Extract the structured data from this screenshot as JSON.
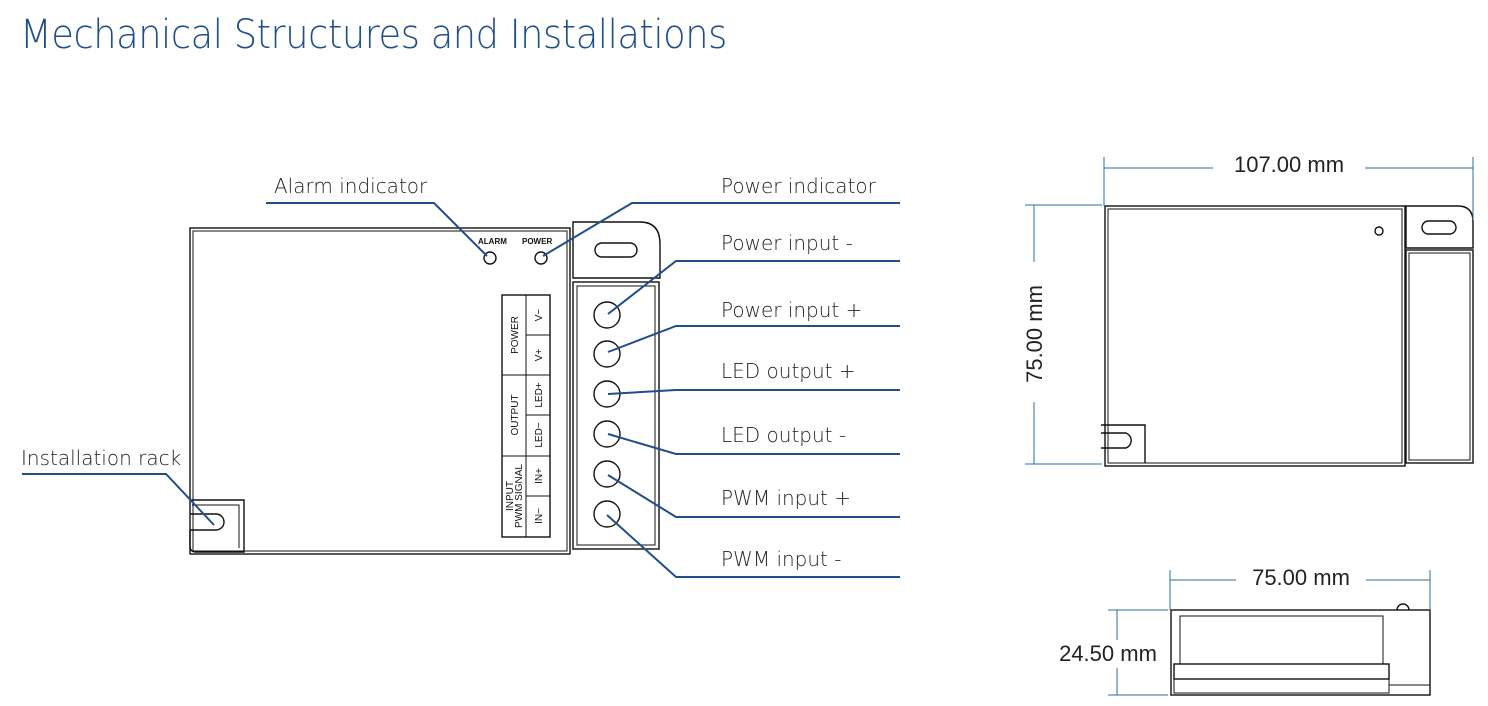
{
  "title": "Mechanical Structures and Installations",
  "front_view": {
    "led_labels": {
      "alarm": "ALARM",
      "power": "POWER"
    },
    "terminal_block": {
      "groups": [
        "POWER",
        "OUTPUT",
        "INPUT\nPWM SIGNAL"
      ],
      "group_line1": [
        "POWER",
        "OUTPUT",
        "INPUT"
      ],
      "group_line2": [
        "",
        "",
        "PWM SIGNAL"
      ],
      "pins": [
        "V−",
        "V+",
        "LED+",
        "LED−",
        "IN+",
        "IN−"
      ]
    },
    "callouts": {
      "alarm_indicator": "Alarm indicator",
      "power_indicator": "Power indicator",
      "installation_rack": "Installation rack",
      "power_input_minus": "Power input -",
      "power_input_plus": "Power input +",
      "led_output_plus": "LED output +",
      "led_output_minus": "LED output -",
      "pwm_input_plus": "PWM input +",
      "pwm_input_minus": "PWM input -"
    }
  },
  "dimensions": {
    "top_length": "107.00 mm",
    "top_width": "75.00 mm",
    "side_width": "75.00 mm",
    "side_height": "24.50 mm"
  },
  "colors": {
    "title": "#1f4e8c",
    "leader": "#1f4e8c",
    "dimension": "#2a6e9c",
    "outline": "#111111"
  }
}
